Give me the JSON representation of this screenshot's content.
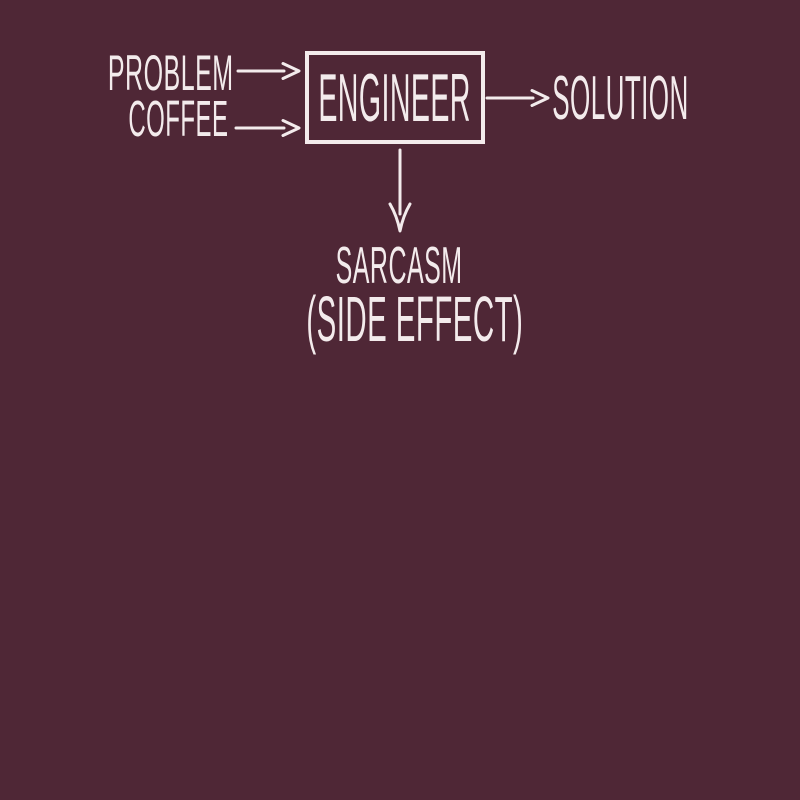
{
  "colors": {
    "background": "#4f2736",
    "foreground": "#f3ebec"
  },
  "diagram": {
    "inputs": [
      {
        "label": "PROBLEM"
      },
      {
        "label": "COFFEE"
      }
    ],
    "process": {
      "label": "ENGINEER"
    },
    "output": {
      "label": "SOLUTION"
    },
    "side_effect": {
      "label": "SARCASM",
      "sublabel": "(SIDE EFFECT)"
    }
  }
}
